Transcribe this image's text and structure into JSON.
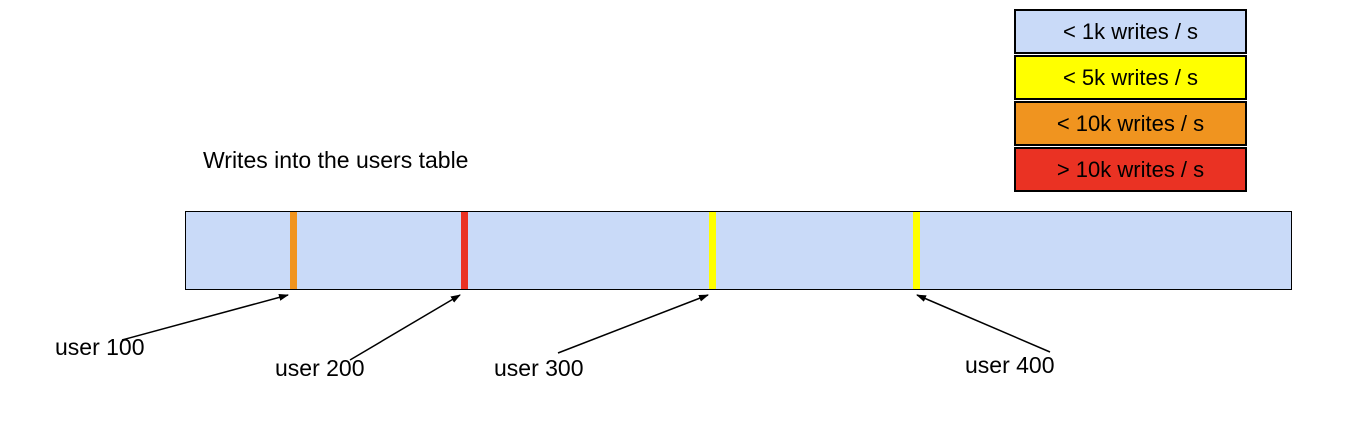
{
  "title": "Writes into the users table",
  "legend": {
    "items": [
      {
        "label": "< 1k writes / s",
        "color": "#c9daf8"
      },
      {
        "label": "< 5k writes / s",
        "color": "#ffff00"
      },
      {
        "label": "< 10k writes / s",
        "color": "#f0941f"
      },
      {
        "label": "> 10k writes / s",
        "color": "#ea3223"
      }
    ]
  },
  "bar": {
    "fill": "#c9daf8",
    "markers": [
      {
        "label": "user 100",
        "color": "#f0941f",
        "position_pct": 9.4
      },
      {
        "label": "user 200",
        "color": "#ea3223",
        "position_pct": 24.9
      },
      {
        "label": "user 300",
        "color": "#ffff00",
        "position_pct": 47.3
      },
      {
        "label": "user 400",
        "color": "#ffff00",
        "position_pct": 65.8
      }
    ]
  }
}
